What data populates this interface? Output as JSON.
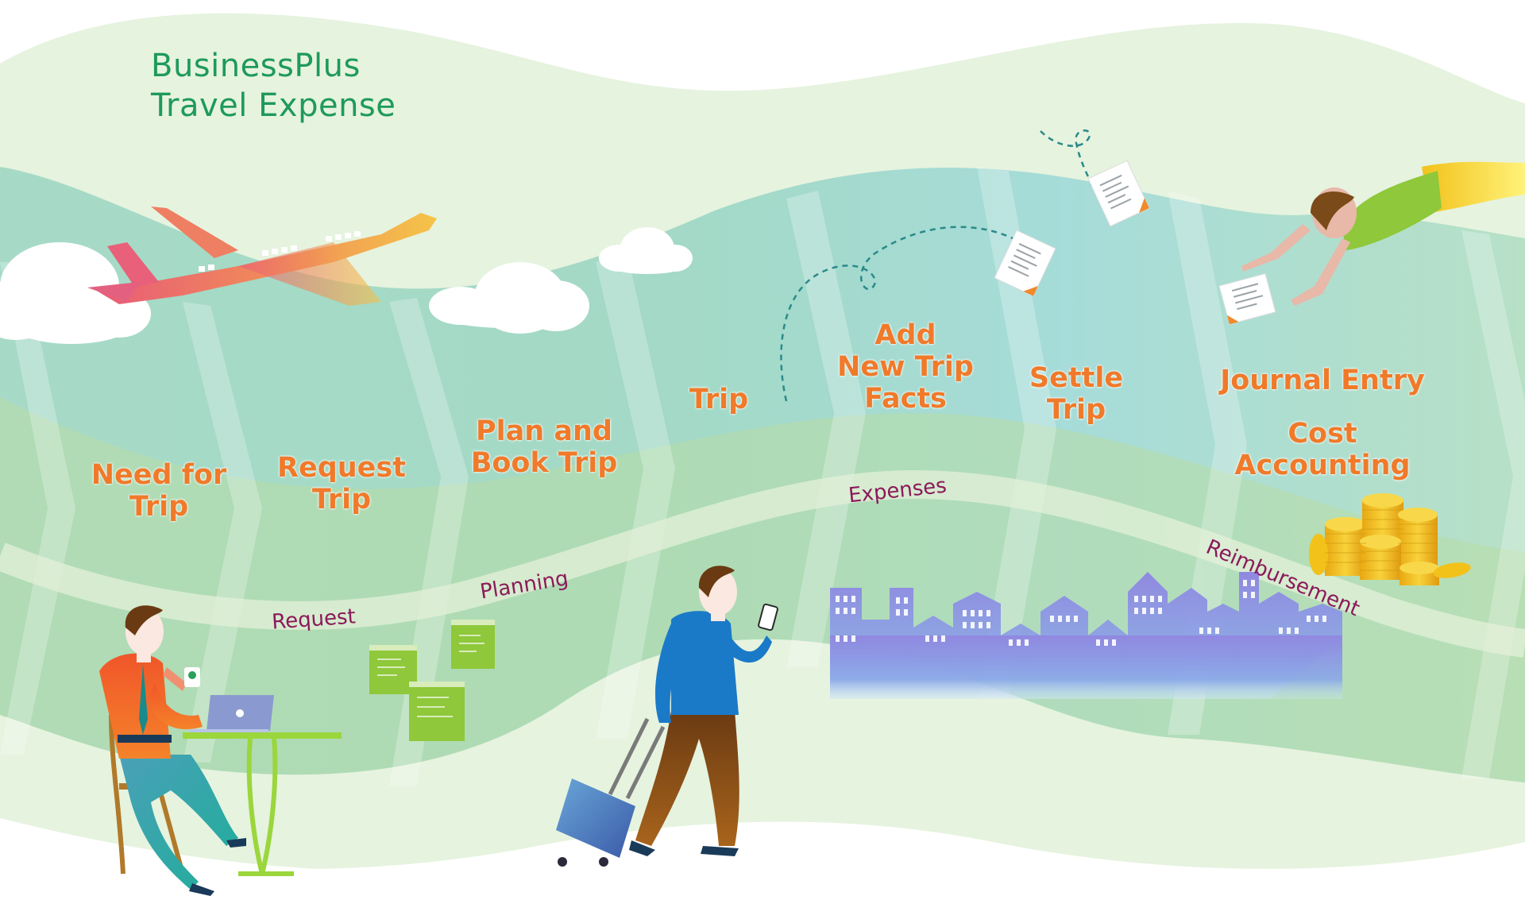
{
  "title": {
    "line1": "BusinessPlus",
    "line2": "Travel Expense"
  },
  "steps": [
    {
      "label": "Need for\nTrip"
    },
    {
      "label": "Request\nTrip"
    },
    {
      "label": "Plan and\nBook Trip"
    },
    {
      "label": "Trip"
    },
    {
      "label": "Add\nNew Trip\nFacts"
    },
    {
      "label": "Settle\nTrip"
    },
    {
      "label": "Journal Entry"
    },
    {
      "label": "Cost\nAccounting"
    }
  ],
  "flows": {
    "request": "Request",
    "planning": "Planning",
    "expenses": "Expenses",
    "reimbursement": "Reimbursement"
  },
  "colors": {
    "title": "#1e9a5a",
    "step_label": "#f07a2a",
    "flow_label": "#8b1a5a",
    "band_light": "#e6f3df",
    "band_mid": "#a9dcc6"
  },
  "illustrations": [
    "airplane-icon",
    "cloud-icon",
    "person-at-laptop-icon",
    "web-page-icon",
    "traveler-with-suitcase-icon",
    "city-skyline-icon",
    "document-icon",
    "flying-person-icon",
    "coin-stack-icon"
  ]
}
